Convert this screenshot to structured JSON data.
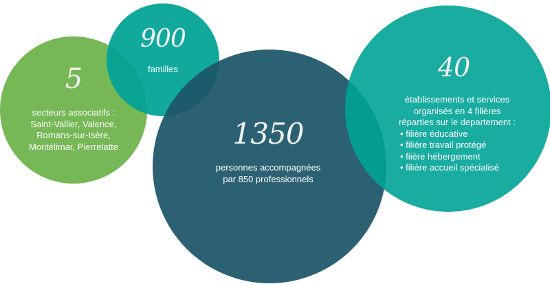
{
  "circles": {
    "sectors": {
      "number": "5",
      "text": [
        "secteurs associatifs :",
        "Saint-Vallier, Valence,",
        "Romans-sur-Isère,",
        "Montélimar, Pierrelatte"
      ],
      "color": "#76b856"
    },
    "families": {
      "number": "900",
      "text": "familles",
      "color": "#00a396"
    },
    "people": {
      "number": "1350",
      "text": [
        "personnes accompagnées",
        "par 850 professionnels"
      ],
      "color": "#2b6073"
    },
    "establishments": {
      "number": "40",
      "text": [
        "établissements et services",
        "organisés en 4 filières",
        "réparties sur le departement :"
      ],
      "items": [
        "filière éducative",
        "filière travail protégé",
        "fiière hébergement",
        "filière accueil spécialisé"
      ],
      "color": "#00a396"
    }
  }
}
